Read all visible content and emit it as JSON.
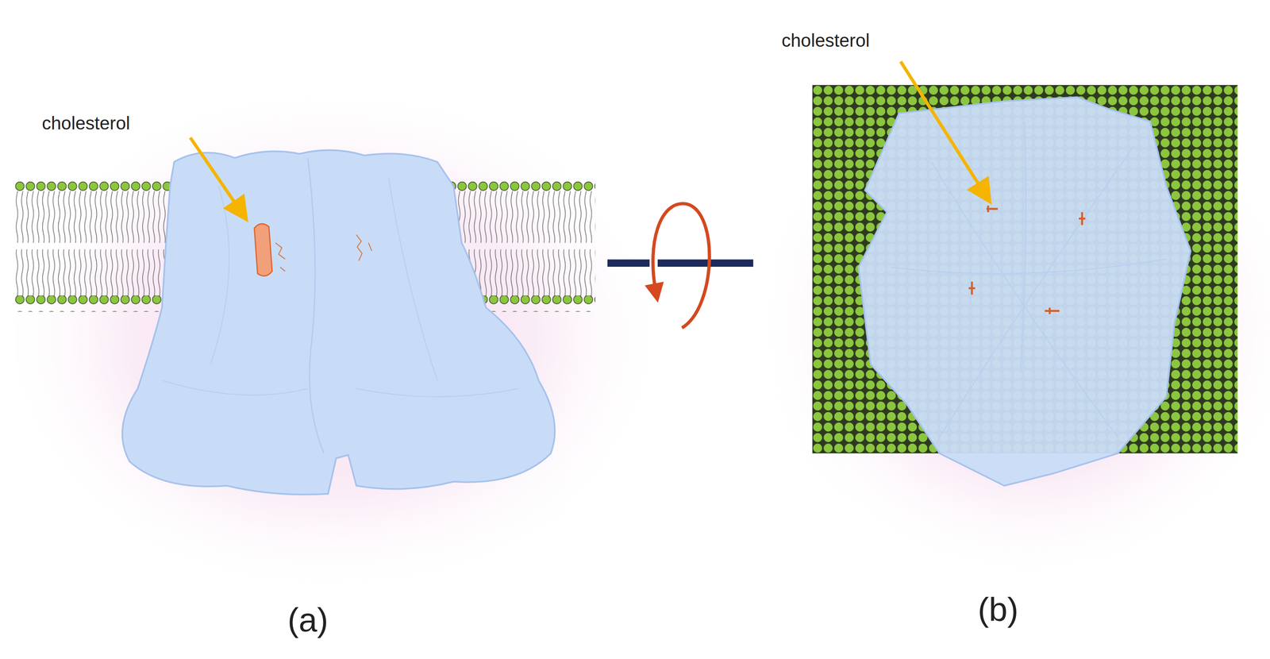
{
  "diagram": {
    "labels": [
      "cholesterol",
      "(a)",
      "cholesterol",
      "(b)"
    ]
  }
}
